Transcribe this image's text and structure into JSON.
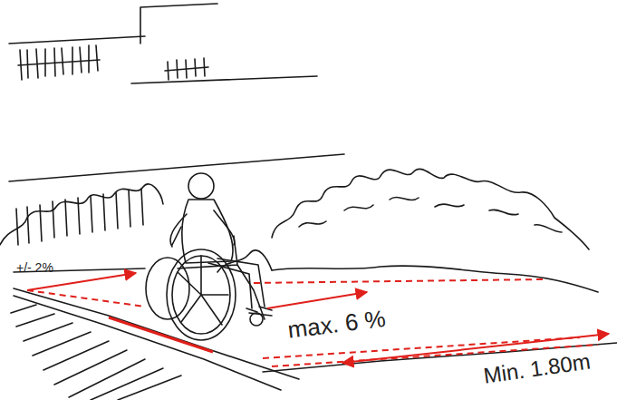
{
  "diagram": {
    "labels": [
      "+/- 2%",
      "max. 6 %",
      "Min. 1.80m"
    ]
  }
}
